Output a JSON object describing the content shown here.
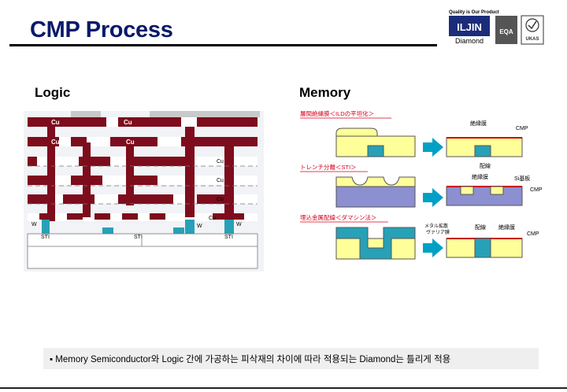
{
  "header": {
    "title": "CMP Process"
  },
  "logo": {
    "tagline": "Quality is Our Product",
    "company": "ILJIN",
    "brand": "Diamond",
    "cert_mark": "EQA",
    "ukas": "UKAS"
  },
  "logic": {
    "label": "Logic",
    "layer_labels": {
      "cu": "Cu",
      "w": "W",
      "sti": "STI"
    }
  },
  "memory": {
    "label": "Memory",
    "rows": [
      {
        "title": "層間絶縁膜＜ILDの平坦化＞",
        "right_labels": [
          "絶縁膜",
          "CMP",
          "配線"
        ]
      },
      {
        "title": "トレンチ分離＜STI＞",
        "right_labels": [
          "絶縁膜",
          "Si基板",
          "CMP"
        ]
      },
      {
        "title": "埋込金属配線＜ダマシン法＞",
        "right_labels": [
          "メタル拡散",
          "ヴァリア膜",
          "配線",
          "絶縁膜",
          "CMP"
        ]
      }
    ]
  },
  "caption": {
    "text": "▪ Memory Semiconductor와 Logic 간에 가공하는 피삭재의 차이에 따라 적용되는 Diamond는 틀리게 적용"
  },
  "colors": {
    "title": "#0a1a6a",
    "copper": "#7d0c1c",
    "teal": "#27a1b7",
    "yellow": "#ffff99",
    "purple": "#8c8fd0",
    "red_text": "#d4001e"
  }
}
